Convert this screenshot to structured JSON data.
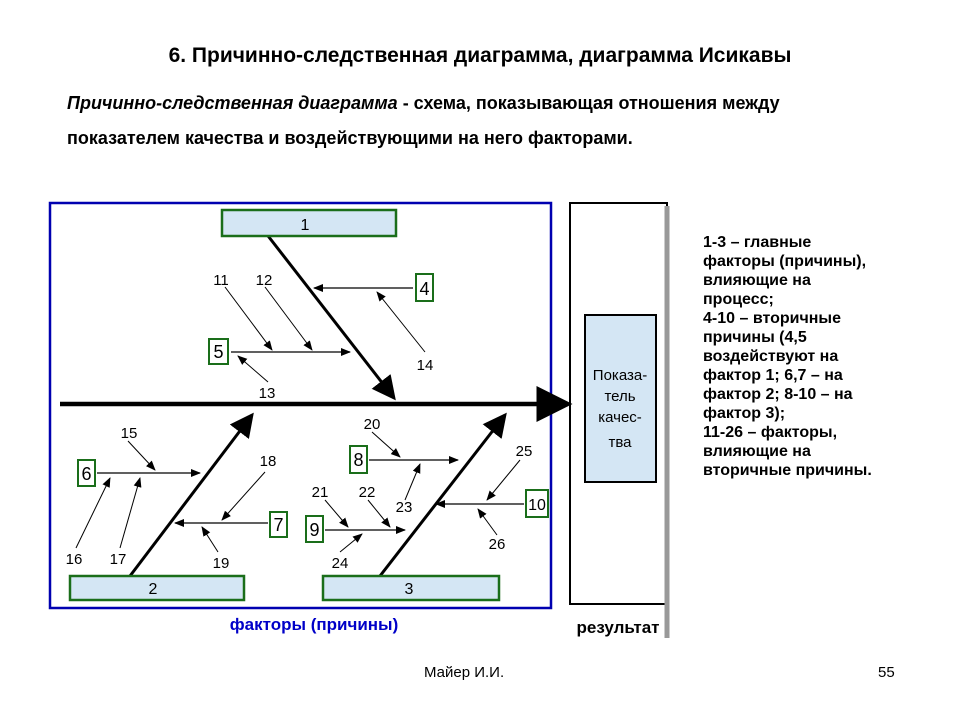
{
  "title": "6. Причинно-следственная диаграмма, диаграмма Исикавы",
  "intro": {
    "term": "Причинно-следственная диаграмма",
    "rest": " - схема, показывающая отношения между показателем качества и воздействующими на него факторами."
  },
  "diagram": {
    "main_factors": {
      "f1": "1",
      "f2": "2",
      "f3": "3"
    },
    "secondary": {
      "s4": "4",
      "s5": "5",
      "s6": "6",
      "s7": "7",
      "s8": "8",
      "s9": "9",
      "s10": "10"
    },
    "tertiary": {
      "t11": "11",
      "t12": "12",
      "t13": "13",
      "t14": "14",
      "t15": "15",
      "t16": "16",
      "t17": "17",
      "t18": "18",
      "t19": "19",
      "t20": "20",
      "t21": "21",
      "t22": "22",
      "t23": "23",
      "t24": "24",
      "t25": "25",
      "t26": "26"
    },
    "result_box": {
      "line1": "Показа-",
      "line2": "тель",
      "line3": "качес-",
      "line4": "тва"
    },
    "factors_caption": "факторы (причины)",
    "result_caption": "результат",
    "colors": {
      "frame": "#0000b0",
      "box_border": "#1a6e1a",
      "result_fill": "#d4e6f4",
      "caption": "#0000c8"
    }
  },
  "legend": {
    "l1": "1-3 – главные факторы (причины), влияющие на процесс;",
    "l2": "4-10 – вторичные причины (4,5 воздействуют на фактор 1;  6,7 – на фактор 2; 8-10 – на фактор 3);",
    "l3": "11-26 – факторы, влияющие на вторичные причины."
  },
  "footer": {
    "author": "Майер И.И.",
    "page": "55"
  }
}
